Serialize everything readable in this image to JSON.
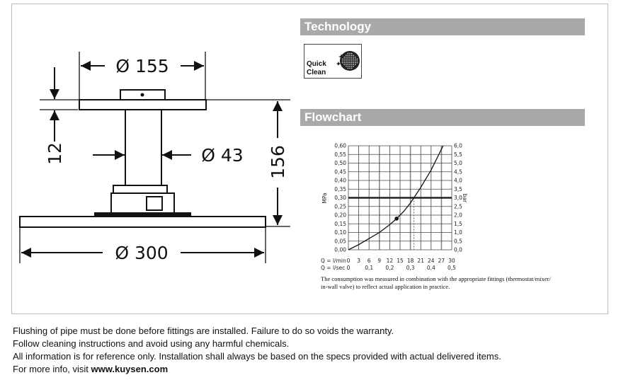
{
  "sections": {
    "technology": "Technology",
    "flowchart": "Flowchart"
  },
  "technology_badge": {
    "line1": "Quick",
    "line2": "Clean",
    "icon": "quick-clean-shower-icon"
  },
  "dimensions": {
    "top_diameter": "Ø 155",
    "plate_thickness": "12",
    "pipe_diameter": "Ø 43",
    "height": "156",
    "head_diameter": "Ø 300"
  },
  "chart_data": {
    "type": "line",
    "xlabel_row1": "Q = l/min",
    "xlabel_row2": "Q = l/sec",
    "ylabel_left": "MPa",
    "ylabel_right": "bar",
    "x_ticks_lmin": [
      "0",
      "3",
      "6",
      "9",
      "12",
      "15",
      "18",
      "21",
      "24",
      "27",
      "30"
    ],
    "x_ticks_lsec": [
      "0",
      "0,1",
      "0,2",
      "0,3",
      "0,4",
      "0,5"
    ],
    "y_ticks_mpa": [
      "0,00",
      "0,05",
      "0,10",
      "0,15",
      "0,20",
      "0,25",
      "0,30",
      "0,35",
      "0,40",
      "0,45",
      "0,50",
      "0,55",
      "0,60"
    ],
    "y_ticks_bar": [
      "0,0",
      "0,5",
      "1,0",
      "1,5",
      "2,0",
      "2,5",
      "3,0",
      "3,5",
      "4,0",
      "4,5",
      "5,0",
      "5,5",
      "6,0"
    ],
    "xlim": [
      0,
      30
    ],
    "ylim": [
      0,
      0.6
    ],
    "series": [
      {
        "name": "flow curve",
        "x": [
          0,
          3,
          6,
          9,
          12,
          14,
          16,
          18,
          19,
          21,
          24,
          27.5
        ],
        "y": [
          0,
          0.03,
          0.065,
          0.1,
          0.145,
          0.18,
          0.22,
          0.27,
          0.3,
          0.36,
          0.46,
          0.6
        ]
      }
    ],
    "marker": {
      "x": 14,
      "y": 0.18
    },
    "reference_pressure": 0.3,
    "reference_flow": 19,
    "note": "The consumption was measured in combination with the appropriate fittings (thermostat/mixer/",
    "note2": "in-wall valve) to reflect actual application in practice."
  },
  "footer": {
    "line1": "Flushing of pipe must be done before fittings are installed. Failure to do so voids the warranty.",
    "line2": "Follow cleaning instructions and avoid using any harmful chemicals.",
    "line3": "All information is for reference only. Installation shall always be based on the specs provided with actual delivered items.",
    "line4_prefix": "For more info, visit ",
    "line4_link": "www.kuysen.com"
  }
}
